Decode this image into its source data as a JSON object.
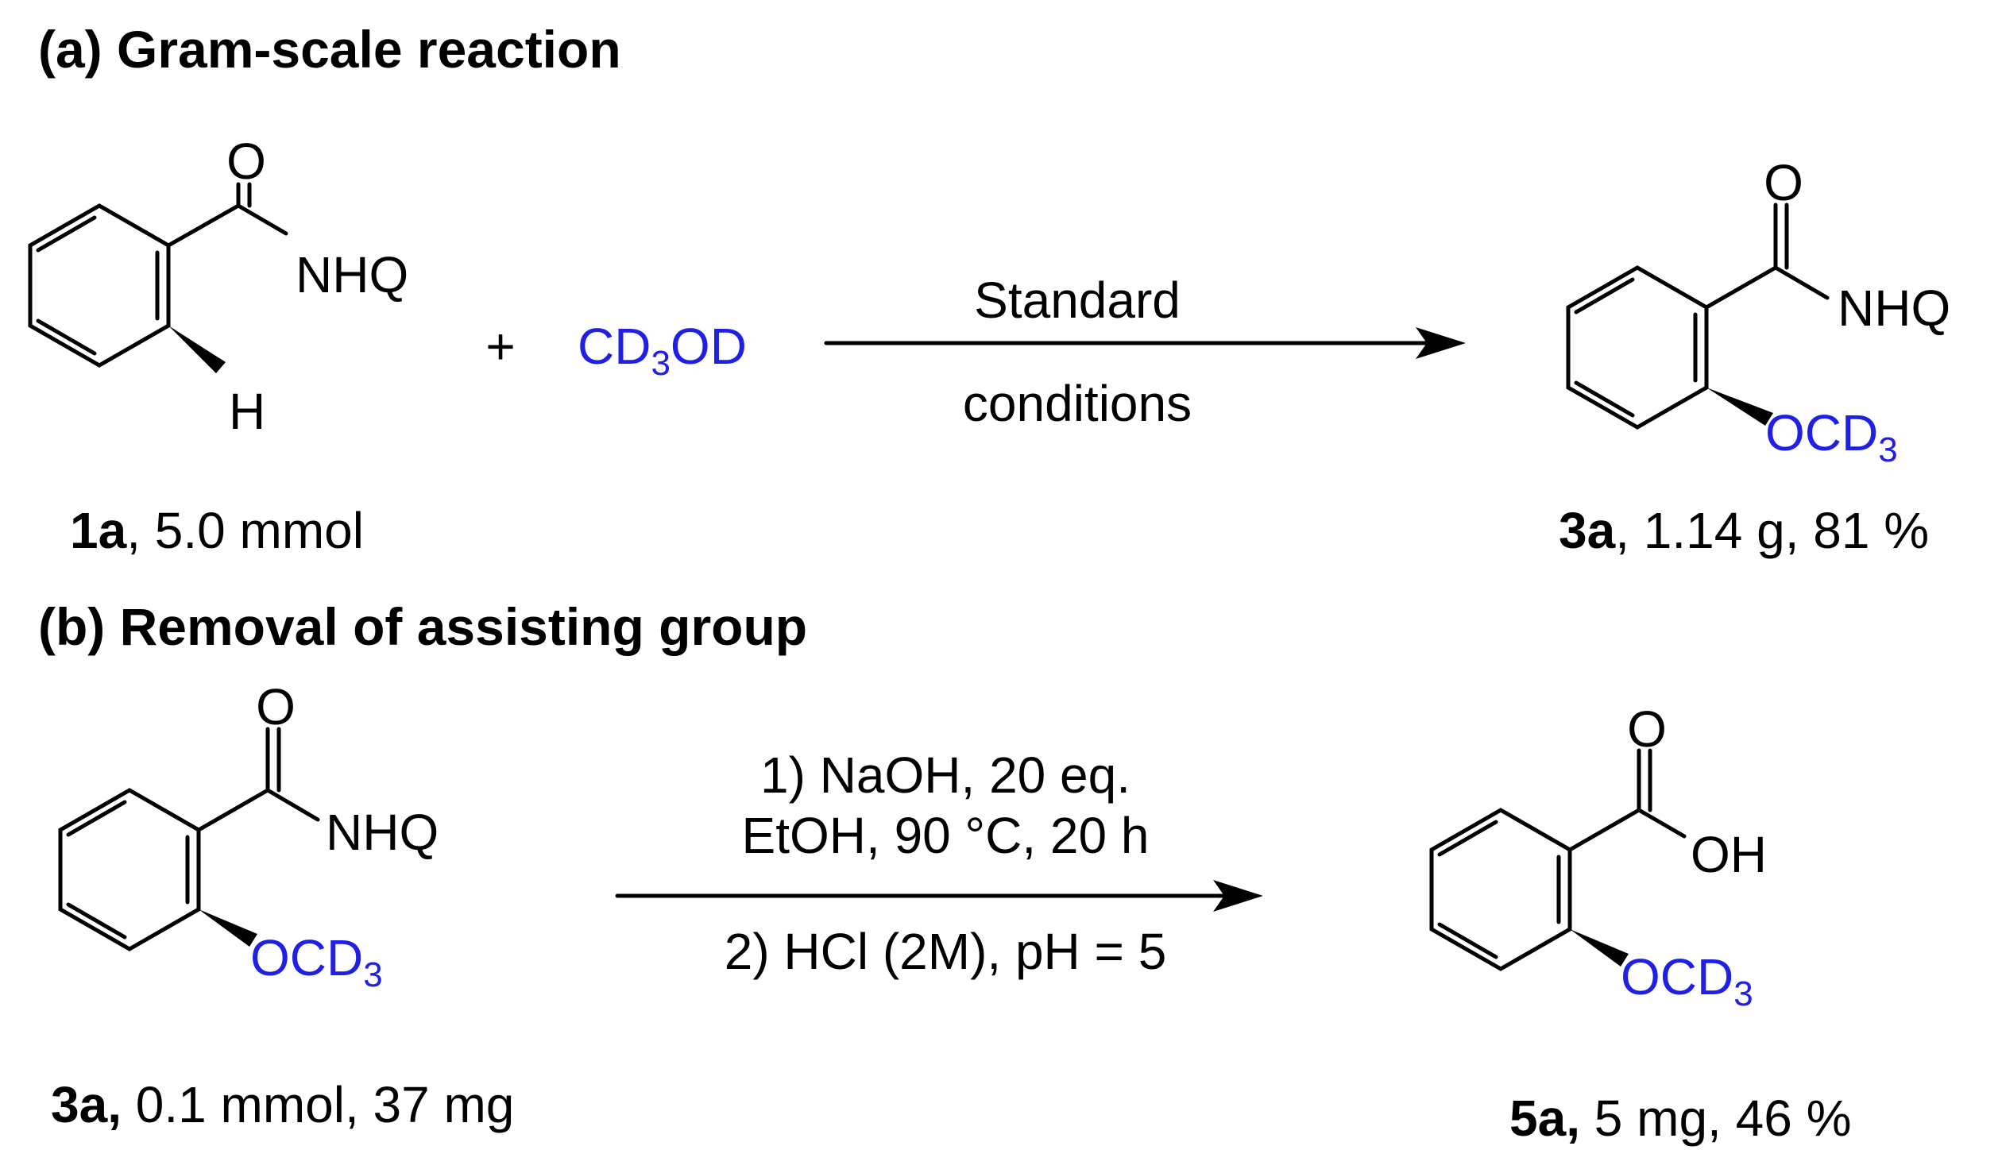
{
  "section_a": {
    "title": "(a) Gram-scale reaction",
    "reactant": {
      "atoms": {
        "carbonyl_o": "O",
        "amide_n": "NHQ",
        "ortho_h": "H"
      },
      "caption_id": "1a",
      "caption_rest": ", 5.0 mmol"
    },
    "plus": "+",
    "reagent": {
      "part1": "CD",
      "sub": "3",
      "part2": "OD"
    },
    "arrow": {
      "above": "Standard",
      "below": "conditions"
    },
    "product": {
      "atoms": {
        "carbonyl_o": "O",
        "amide_n": "NHQ",
        "ether": "OCD",
        "ether_sub": "3"
      },
      "caption_id": "3a",
      "caption_rest": ", 1.14 g, 81 %"
    }
  },
  "section_b": {
    "title": "(b) Removal of assisting group",
    "reactant": {
      "atoms": {
        "carbonyl_o": "O",
        "amide_n": "NHQ",
        "ether": "OCD",
        "ether_sub": "3"
      },
      "caption_id": "3a,",
      "caption_rest": " 0.1 mmol, 37 mg"
    },
    "arrow": {
      "above_line1": "1) NaOH, 20 eq.",
      "above_line2": "EtOH, 90 °C, 20 h",
      "below": "2) HCl (2M), pH = 5"
    },
    "product": {
      "atoms": {
        "carbonyl_o": "O",
        "acid_oh": "OH",
        "ether": "OCD",
        "ether_sub": "3"
      },
      "caption_id": "5a,",
      "caption_rest": " 5 mg, 46 %"
    }
  },
  "colors": {
    "highlight": "#1f1fe6",
    "ink": "#000000"
  }
}
